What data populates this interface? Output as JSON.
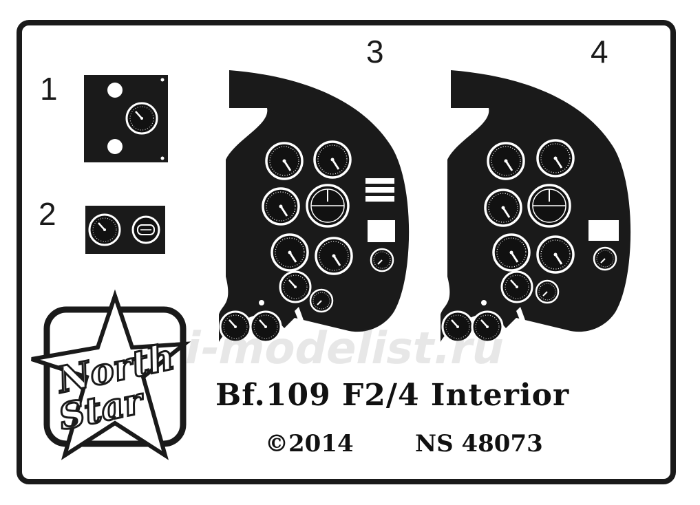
{
  "part_numbers": {
    "p1": "1",
    "p2": "2",
    "p3": "3",
    "p4": "4"
  },
  "logo": {
    "line1": "North",
    "line2": "Star"
  },
  "title": "Bf.109 F2/4 Interior",
  "copyright": "©2014",
  "catalog_number": "NS 48073",
  "watermark": "i-modelist.ru",
  "colors": {
    "ink": "#1a1a1a",
    "paper": "#ffffff",
    "gauge_face": "#0d0d0d"
  }
}
